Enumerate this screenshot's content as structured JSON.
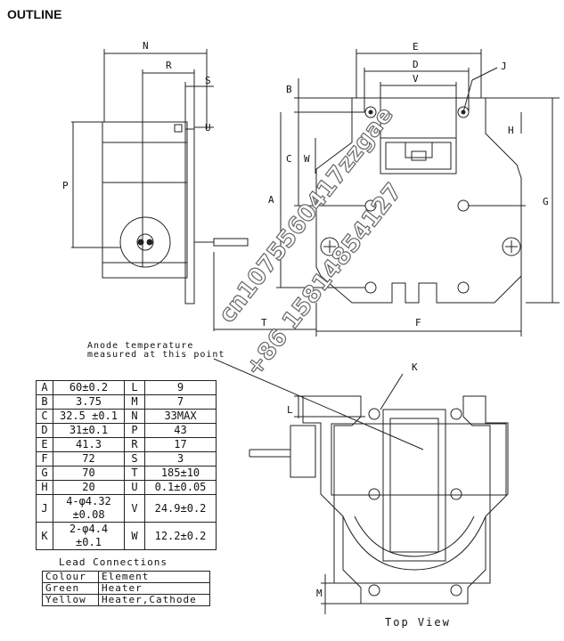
{
  "title": "OUTLINE",
  "anode_note": [
    "Anode temperature",
    "measured at this point"
  ],
  "top_view_label": "Top View",
  "dimension_letters": {
    "N": "N",
    "R": "R",
    "S": "S",
    "U": "U",
    "P": "P",
    "T": "T",
    "E": "E",
    "D": "D",
    "V": "V",
    "J": "J",
    "B": "B",
    "C": "C",
    "W": "W",
    "A": "A",
    "H": "H",
    "G": "G",
    "F": "F",
    "K": "K",
    "L": "L",
    "M": "M"
  },
  "spec_table": [
    {
      "k1": "A",
      "v1": "60±0.2",
      "k2": "L",
      "v2": "9"
    },
    {
      "k1": "B",
      "v1": "3.75",
      "k2": "M",
      "v2": "7"
    },
    {
      "k1": "C",
      "v1": "32.5 ±0.1",
      "k2": "N",
      "v2": "33MAX"
    },
    {
      "k1": "D",
      "v1": "31±0.1",
      "k2": "P",
      "v2": "43"
    },
    {
      "k1": "E",
      "v1": "41.3",
      "k2": "R",
      "v2": "17"
    },
    {
      "k1": "F",
      "v1": "72",
      "k2": "S",
      "v2": "3"
    },
    {
      "k1": "G",
      "v1": "70",
      "k2": "T",
      "v2": "185±10"
    },
    {
      "k1": "H",
      "v1": "20",
      "k2": "U",
      "v2": "0.1±0.05"
    },
    {
      "k1": "J",
      "v1": "4-φ4.32 ±0.08",
      "k2": "V",
      "v2": "24.9±0.2"
    },
    {
      "k1": "K",
      "v1": "2-φ4.4 ±0.1",
      "k2": "W",
      "v2": "12.2±0.2"
    }
  ],
  "lead_connections": {
    "title": "Lead Connections",
    "headers": [
      "Colour",
      "Element"
    ],
    "rows": [
      {
        "colour": "Green",
        "element": "Heater"
      },
      {
        "colour": "Yellow",
        "element": "Heater,Cathode"
      }
    ]
  },
  "watermark": [
    "cn1075560417zzgae",
    "+86 15814854127"
  ]
}
